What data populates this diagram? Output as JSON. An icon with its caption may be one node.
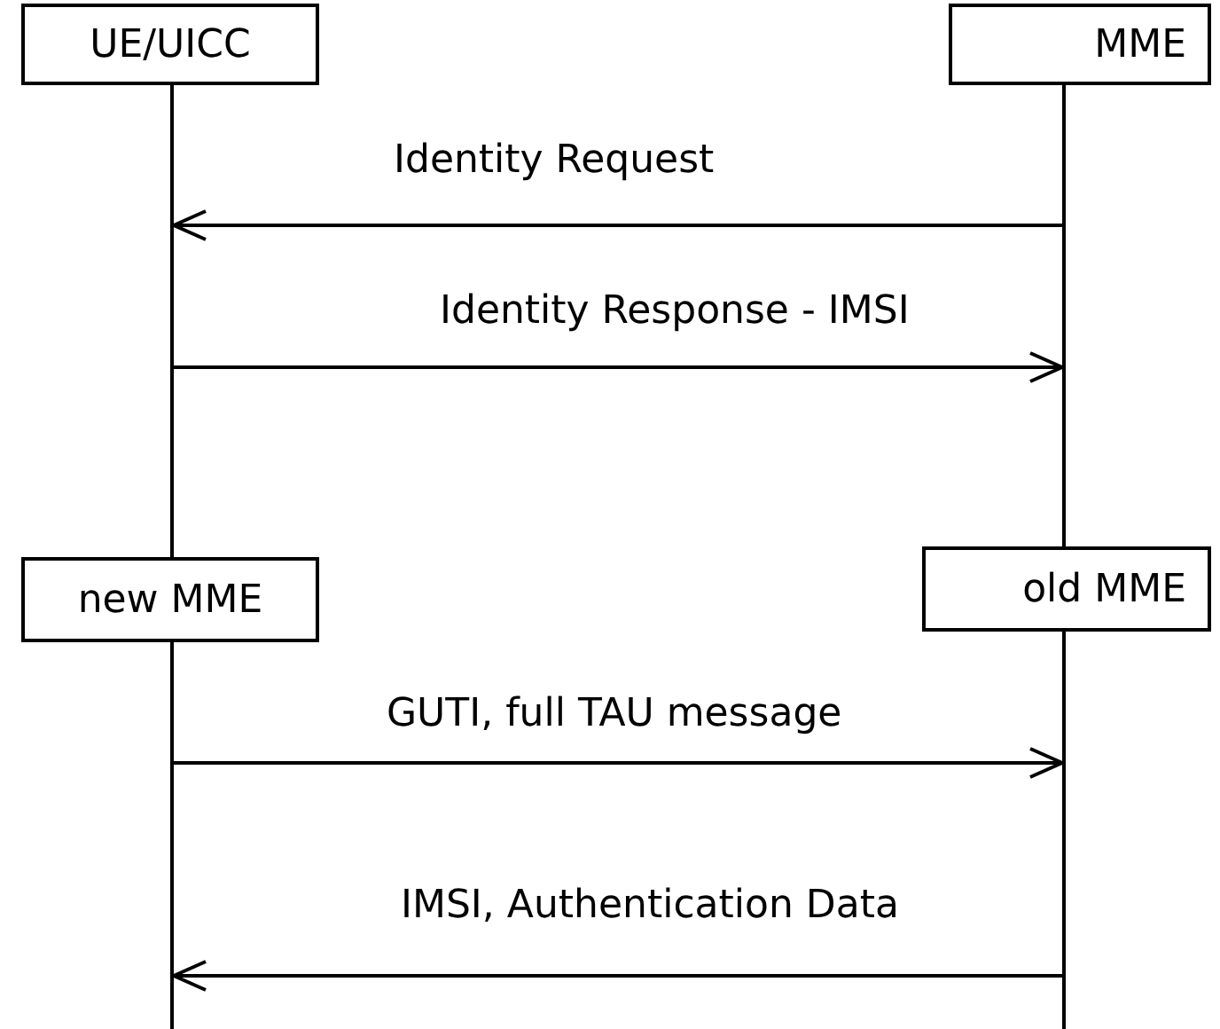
{
  "diagram": {
    "nodes": [
      {
        "text": [
          "UE/UICC"
        ]
      },
      {
        "text": [
          "MME"
        ]
      },
      {
        "text": [],
        "shape": "bar"
      },
      {
        "text": [],
        "shape": "bar"
      },
      {
        "text": [
          "new MME"
        ]
      },
      {
        "text": [
          "old MME"
        ]
      },
      {
        "text": [],
        "shape": "bar"
      },
      {
        "text": [],
        "shape": "bar"
      }
    ],
    "edges": [
      {
        "from": 3,
        "to": 2,
        "arrow": "to",
        "label": "Identity Request"
      },
      {
        "from": 2,
        "to": 3,
        "arrow": "to",
        "label": "Identity Response - IMSI"
      },
      {
        "from": 6,
        "to": 7,
        "arrow": "to",
        "label": "GUTI, full TAU message"
      },
      {
        "from": 7,
        "to": 6,
        "arrow": "to",
        "label": "IMSI, Authentication Data"
      }
    ]
  }
}
